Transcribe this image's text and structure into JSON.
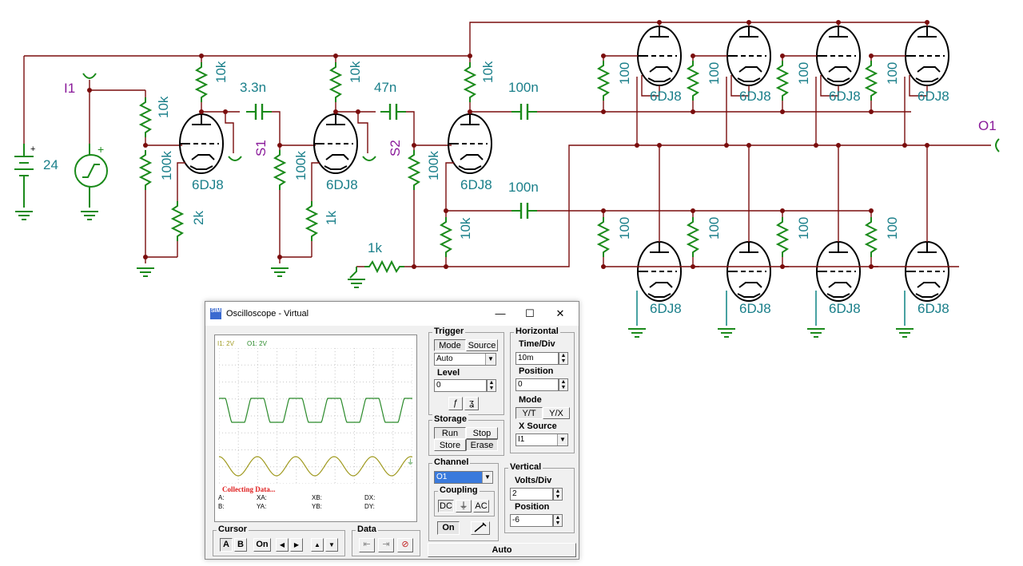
{
  "schematic": {
    "supply_value": "24",
    "input_label": "I1",
    "output_label": "O1",
    "tube_label": "6DJ8",
    "resistors": {
      "r10k": "10k",
      "r100k": "100k",
      "r2k": "2k",
      "r1k": "1k",
      "r100": "100"
    },
    "capacitors": {
      "c1": "3.3n",
      "c2": "47n",
      "c3": "100n",
      "c4": "100n"
    },
    "switches": [
      "S1",
      "S2"
    ]
  },
  "oscilloscope": {
    "title": "Oscilloscope - Virtual",
    "icon_text": "SIM",
    "window_buttons": {
      "minimize": "—",
      "maximize": "☐",
      "close": "✕"
    },
    "screen": {
      "legend_i1": "I1: 2V",
      "legend_o1": "O1: 2V",
      "status": "Collecting Data...",
      "readouts": {
        "a": "A:",
        "b": "B:",
        "xa": "XA:",
        "ya": "YA:",
        "xb": "XB:",
        "yb": "YB:",
        "dx": "DX:",
        "dy": "DY:"
      }
    },
    "trigger": {
      "title": "Trigger",
      "mode": "Mode",
      "source": "Source",
      "mode_value": "Auto",
      "level_label": "Level",
      "level_value": "0",
      "rising": "ƒ",
      "falling": "ʓ"
    },
    "horizontal": {
      "title": "Horizontal",
      "time_div_label": "Time/Div",
      "time_div_value": "10m",
      "position_label": "Position",
      "position_value": "0",
      "mode_label": "Mode",
      "yt": "Y/T",
      "yx": "Y/X",
      "x_source_label": "X Source",
      "x_source_value": "I1"
    },
    "storage": {
      "title": "Storage",
      "run": "Run",
      "stop": "Stop",
      "store": "Store",
      "erase": "Erase"
    },
    "channel": {
      "title": "Channel",
      "value": "O1",
      "coupling_label": "Coupling",
      "dc": "DC",
      "gnd": "⏚",
      "ac": "AC",
      "on": "On"
    },
    "vertical": {
      "title": "Vertical",
      "volts_div_label": "Volts/Div",
      "volts_div_value": "2",
      "position_label": "Position",
      "position_value": "-6"
    },
    "cursor": {
      "title": "Cursor",
      "a": "A",
      "b": "B",
      "on": "On",
      "left": "◀",
      "right": "▶",
      "up": "▲",
      "down": "▼"
    },
    "data_group": {
      "title": "Data"
    },
    "auto_button": "Auto",
    "colors": {
      "trace_o1": "#2a8a2a",
      "trace_i1": "#a09a20",
      "status_red": "#e02020",
      "grid": "#c8c8c8"
    }
  }
}
